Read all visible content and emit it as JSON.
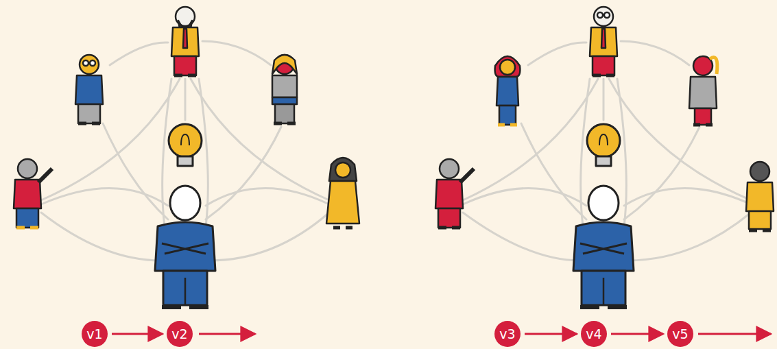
{
  "diagram": {
    "nodes": [
      {
        "text": [
          "v1"
        ]
      },
      {
        "text": [
          "v2"
        ]
      },
      {
        "text": [
          "v3"
        ]
      },
      {
        "text": [
          "v4"
        ]
      },
      {
        "text": [
          "v5"
        ]
      }
    ],
    "edges": [
      {
        "from": 0,
        "to": 1,
        "arrow": "to"
      },
      {
        "from": 2,
        "to": 3,
        "arrow": "to"
      },
      {
        "from": 3,
        "to": 4,
        "arrow": "to"
      }
    ]
  }
}
